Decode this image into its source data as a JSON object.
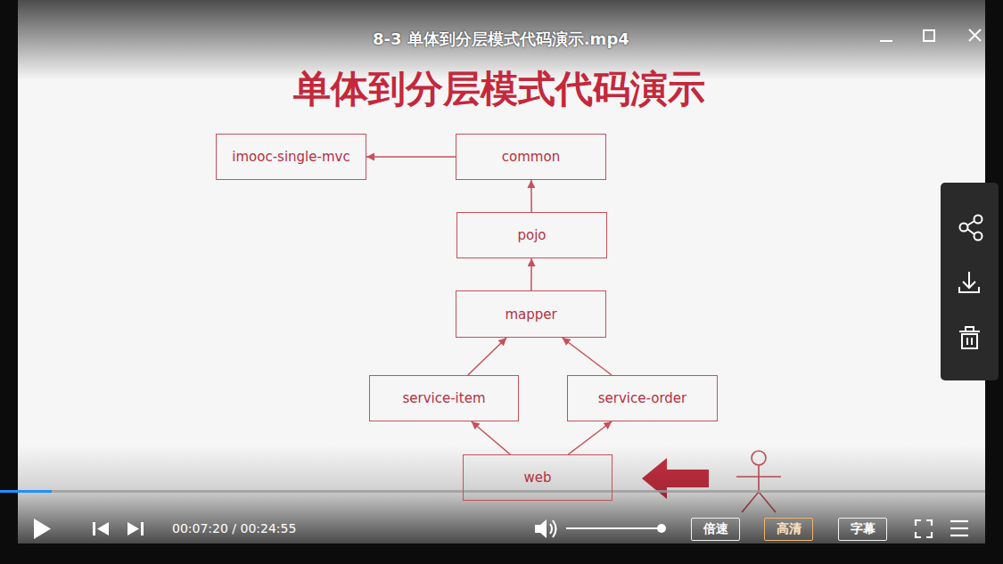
{
  "diagram": {
    "title": "单体到分层模式代码演示",
    "nodes": [
      {
        "text": [
          "imooc-single-mvc"
        ]
      },
      {
        "text": [
          "common"
        ]
      },
      {
        "text": [
          "pojo"
        ]
      },
      {
        "text": [
          "mapper"
        ]
      },
      {
        "text": [
          "service-item"
        ]
      },
      {
        "text": [
          "service-order"
        ]
      },
      {
        "text": [
          "web"
        ]
      },
      {
        "text": [
          "倍速"
        ]
      },
      {
        "text": [
          "高清"
        ]
      },
      {
        "text": [
          "字幕"
        ]
      }
    ],
    "edges": [
      {
        "from": 1,
        "to": 0,
        "arrow": "to"
      },
      {
        "from": 2,
        "to": 1,
        "arrow": "to"
      },
      {
        "from": 3,
        "to": 2,
        "arrow": "to"
      },
      {
        "from": 4,
        "to": 3,
        "arrow": "to"
      },
      {
        "from": 5,
        "to": 3,
        "arrow": "to"
      },
      {
        "from": 6,
        "to": 4,
        "arrow": "to"
      },
      {
        "from": 6,
        "to": 5,
        "arrow": "to"
      }
    ],
    "labels": [
      "8-3 单体到分层模式代码演示.mp4",
      "00:07:20 / 00:24:55"
    ]
  }
}
